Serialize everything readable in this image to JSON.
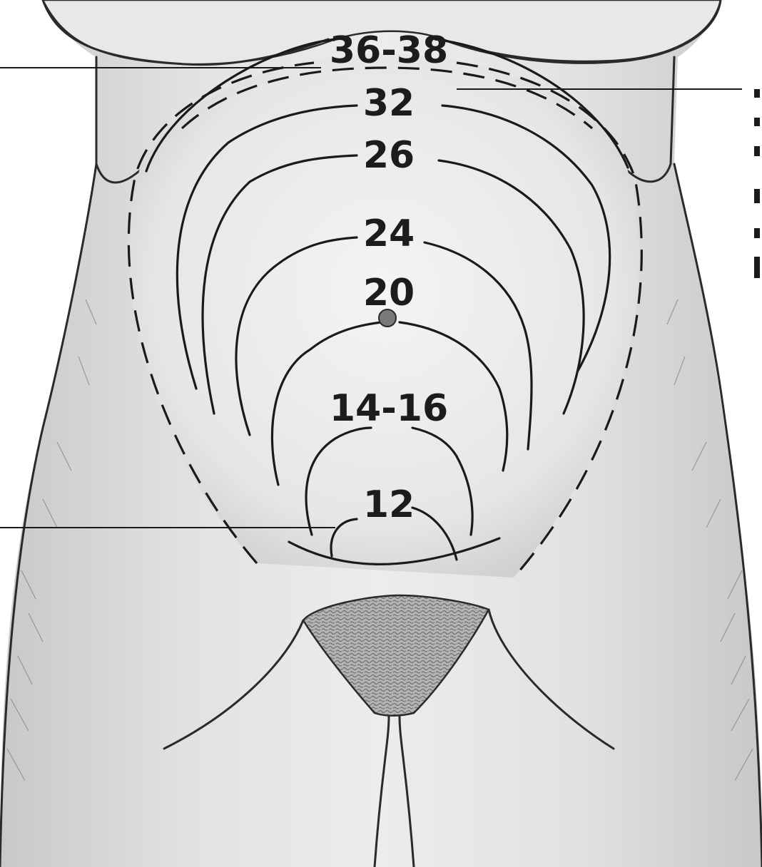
{
  "fundal_height_labels": {
    "w36_38": "36-38",
    "w32": "32",
    "w26": "26",
    "w24": "24",
    "w20": "20",
    "w14_16": "14-16",
    "w12": "12"
  },
  "colors": {
    "skin_fill": "#dcdcdc",
    "skin_light": "#ececec",
    "uterus_fill": "#efefef",
    "line": "#1a1a1a",
    "hair": "#8a8a8a"
  }
}
